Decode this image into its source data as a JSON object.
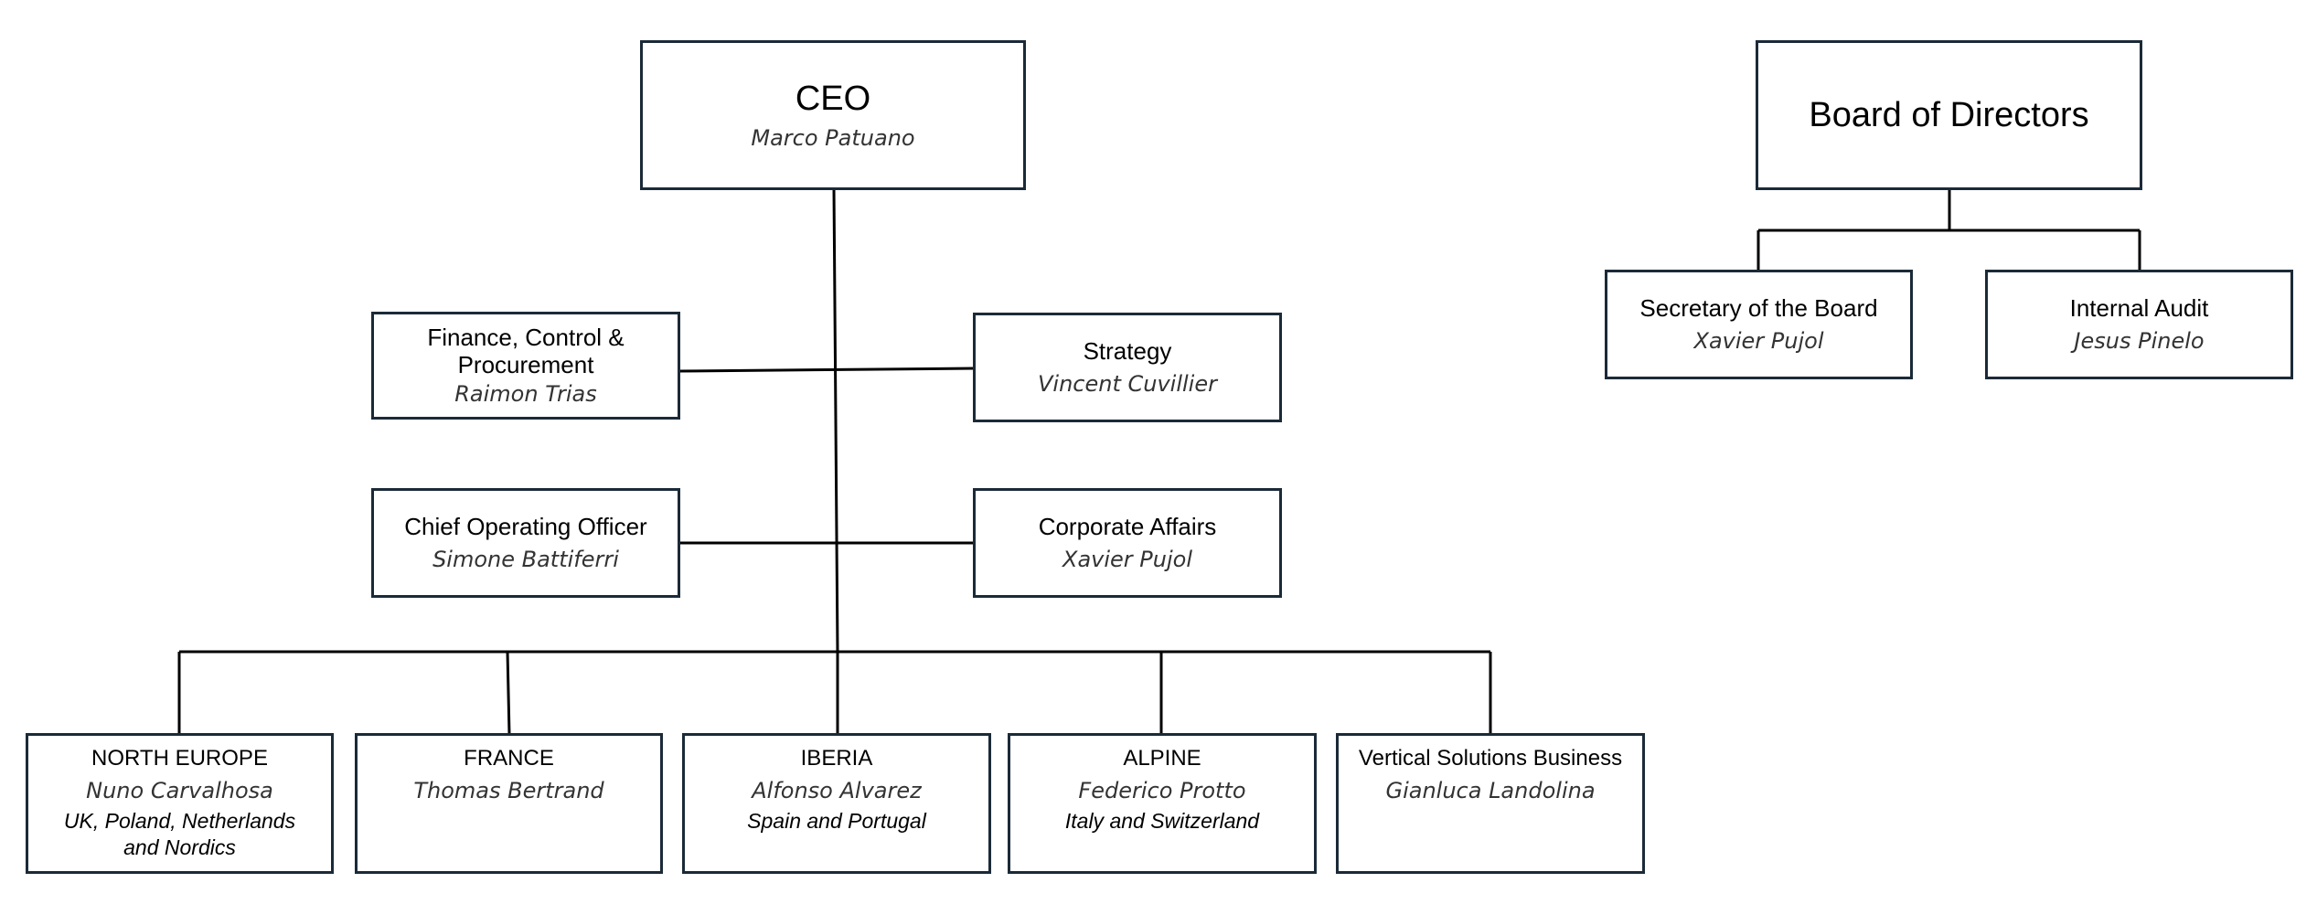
{
  "ceo": {
    "title": "CEO",
    "name": "Marco Patuano"
  },
  "board": {
    "title": "Board of Directors"
  },
  "secretary": {
    "title": "Secretary of the Board",
    "name": "Xavier Pujol"
  },
  "audit": {
    "title": "Internal Audit",
    "name": "Jesus Pinelo"
  },
  "finance": {
    "title": "Finance, Control & Procurement",
    "name": "Raimon Trias"
  },
  "strategy": {
    "title": "Strategy",
    "name": "Vincent Cuvillier"
  },
  "coo": {
    "title": "Chief Operating Officer",
    "name": "Simone Battiferri"
  },
  "corporate": {
    "title": "Corporate Affairs",
    "name": "Xavier Pujol"
  },
  "regions": [
    {
      "title": "NORTH EUROPE",
      "name": "Nuno Carvalhosa",
      "scope": "UK, Poland, Netherlands and Nordics"
    },
    {
      "title": "FRANCE",
      "name": "Thomas Bertrand"
    },
    {
      "title": "IBERIA",
      "name": "Alfonso Alvarez",
      "scope": "Spain and Portugal"
    },
    {
      "title": "ALPINE",
      "name": "Federico Protto",
      "scope": "Italy and Switzerland"
    },
    {
      "title": "Vertical Solutions Business",
      "name": "Gianluca Landolina"
    }
  ],
  "colors": {
    "box_border": "#1b2a38",
    "connector": "#000000"
  }
}
